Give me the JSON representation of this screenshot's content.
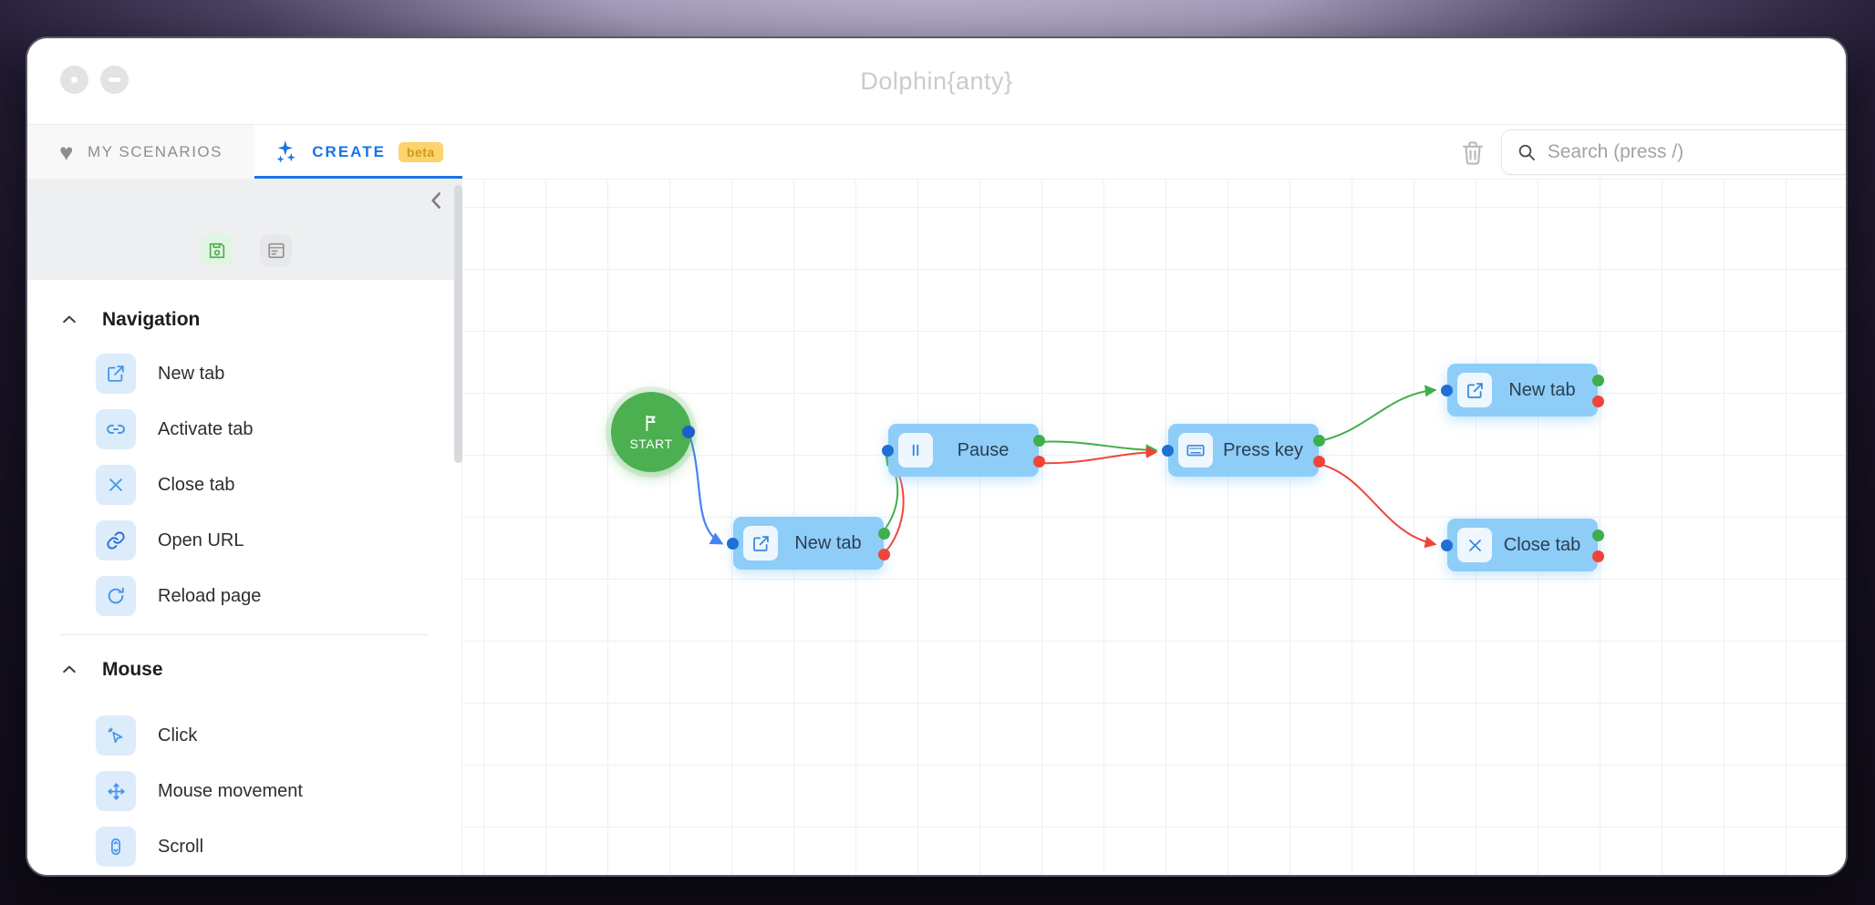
{
  "window": {
    "title": "Dolphin{anty}",
    "controls": {
      "close": "close-button",
      "minimize": "minimize-button"
    }
  },
  "tabs": {
    "my_scenarios": "MY SCENARIOS",
    "create": "CREATE",
    "create_badge": "beta",
    "active_tab": "CREATE"
  },
  "actions": {
    "search_placeholder": "Search (press /)",
    "trash_tooltip": "delete"
  },
  "sidebar": {
    "toolbar_icons": [
      "save-icon",
      "log-icon",
      "collapse-panel-icon"
    ],
    "sections": [
      {
        "title": "Navigation",
        "items": [
          {
            "label": "New tab",
            "icon": "new-tab-icon"
          },
          {
            "label": "Activate tab",
            "icon": "activate-tab-icon"
          },
          {
            "label": "Close tab",
            "icon": "close-tab-icon"
          },
          {
            "label": "Open URL",
            "icon": "open-url-icon"
          },
          {
            "label": "Reload page",
            "icon": "reload-page-icon"
          }
        ]
      },
      {
        "title": "Mouse",
        "items": [
          {
            "label": "Click",
            "icon": "click-icon"
          },
          {
            "label": "Mouse movement",
            "icon": "mouse-movement-icon"
          },
          {
            "label": "Scroll",
            "icon": "scroll-icon"
          }
        ]
      }
    ]
  },
  "flow": {
    "start_label": "START",
    "nodes": [
      {
        "id": "new-tab-1",
        "label": "New tab",
        "icon": "new-tab-icon"
      },
      {
        "id": "pause",
        "label": "Pause",
        "icon": "pause-icon"
      },
      {
        "id": "press-key",
        "label": "Press key",
        "icon": "keyboard-icon"
      },
      {
        "id": "new-tab-2",
        "label": "New tab",
        "icon": "new-tab-icon"
      },
      {
        "id": "close-tab",
        "label": "Close tab",
        "icon": "close-tab-icon"
      }
    ],
    "edges": [
      {
        "from": "start",
        "to": "new-tab-1",
        "color": "#4285f4"
      },
      {
        "from": "new-tab-1:success",
        "to": "pause",
        "color": "#3fae4c"
      },
      {
        "from": "new-tab-1:error",
        "to": "pause",
        "color": "#ef4538"
      },
      {
        "from": "pause:success",
        "to": "press-key",
        "color": "#3fae4c"
      },
      {
        "from": "pause:error",
        "to": "press-key",
        "color": "#ef4538"
      },
      {
        "from": "press-key:success",
        "to": "new-tab-2",
        "color": "#3fae4c"
      },
      {
        "from": "press-key:error",
        "to": "close-tab",
        "color": "#ef4538"
      }
    ]
  },
  "colors": {
    "accent": "#1a73e8",
    "node_fill": "#8ecdf8",
    "start_green": "#4caf50",
    "port_in": "#1f6fd6",
    "port_success": "#3fae4c",
    "port_error": "#ef4538",
    "beta_badge_bg": "#fcd46d",
    "beta_badge_text": "#cf9a18"
  }
}
